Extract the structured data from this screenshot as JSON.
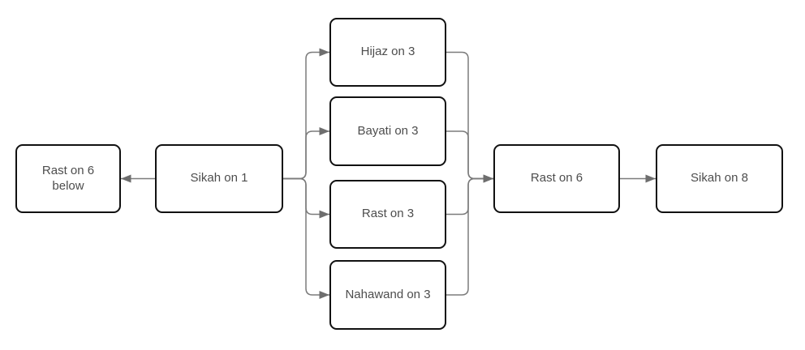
{
  "diagram": {
    "type": "flowchart",
    "colors": {
      "background": "#ffffff",
      "node_fill": "#ffffff",
      "node_border": "#111111",
      "text": "#4d4d4d",
      "connector": "#7b7b7b",
      "arrowhead": "#6e6e6e"
    },
    "nodes": {
      "rast_below": {
        "label": "Rast on 6 below"
      },
      "sikah1": {
        "label": "Sikah on 1"
      },
      "hijaz3": {
        "label": "Hijaz on 3"
      },
      "bayati3": {
        "label": "Bayati on 3"
      },
      "rast3": {
        "label": "Rast on 3"
      },
      "nahawand3": {
        "label": "Nahawand on 3"
      },
      "rast6": {
        "label": "Rast on 6"
      },
      "sikah8": {
        "label": "Sikah on 8"
      }
    },
    "edges": [
      {
        "from": "Sikah on 1",
        "to": "Rast on 6 below"
      },
      {
        "from": "Sikah on 1",
        "to": "Hijaz on 3"
      },
      {
        "from": "Sikah on 1",
        "to": "Bayati on 3"
      },
      {
        "from": "Sikah on 1",
        "to": "Rast on 3"
      },
      {
        "from": "Sikah on 1",
        "to": "Nahawand on 3"
      },
      {
        "from": "Hijaz on 3",
        "to": "Rast on 6"
      },
      {
        "from": "Bayati on 3",
        "to": "Rast on 6"
      },
      {
        "from": "Rast on 3",
        "to": "Rast on 6"
      },
      {
        "from": "Nahawand on 3",
        "to": "Rast on 6"
      },
      {
        "from": "Rast on 6",
        "to": "Sikah on 8"
      }
    ]
  }
}
